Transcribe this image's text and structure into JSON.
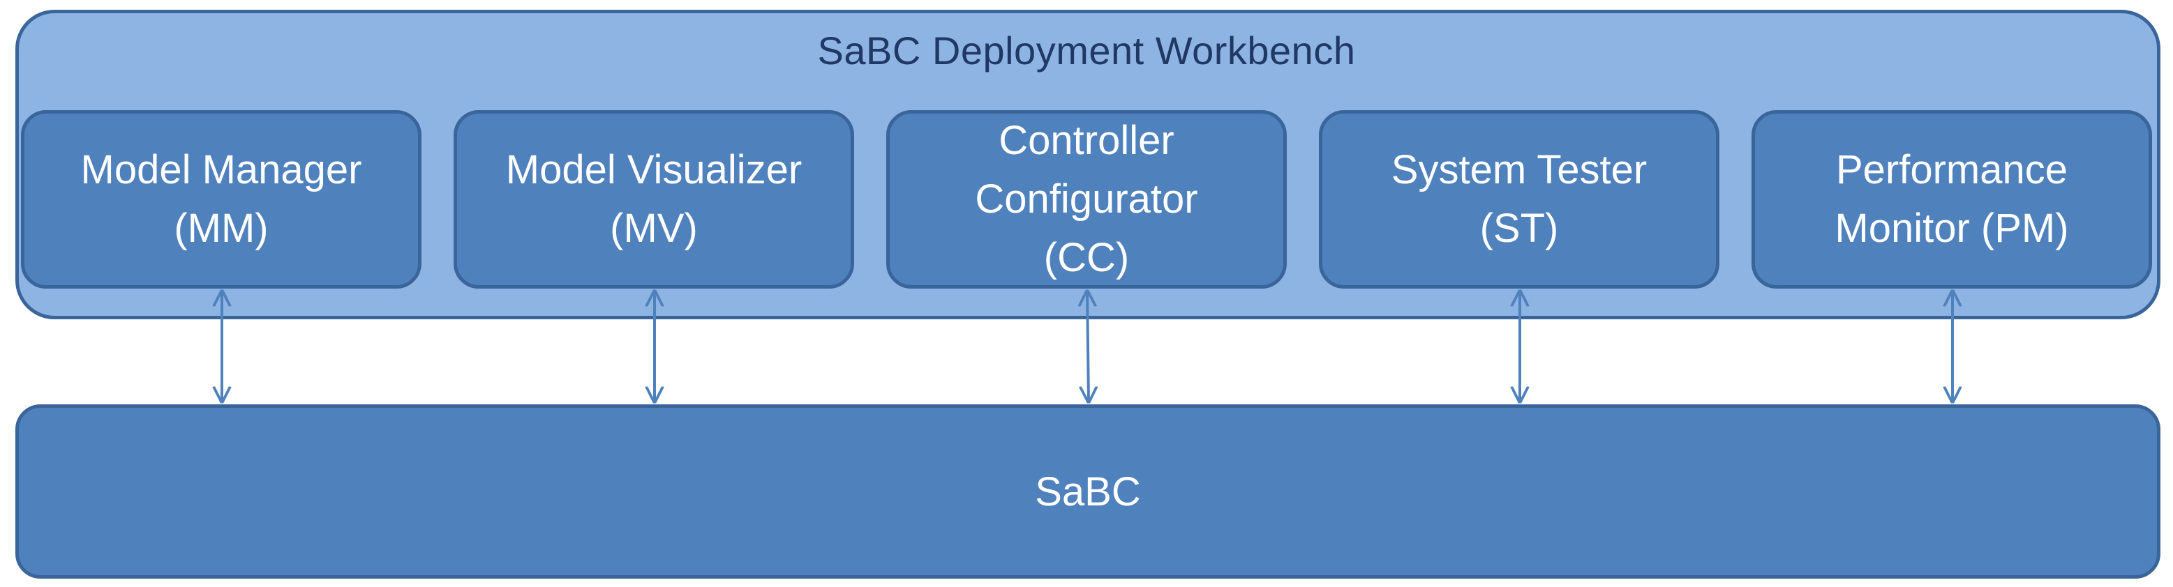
{
  "workbench": {
    "title": "SaBC Deployment Workbench"
  },
  "modules": [
    {
      "label": "Model Manager\n(MM)"
    },
    {
      "label": "Model Visualizer\n(MV)"
    },
    {
      "label": "Controller\nConfigurator\n(CC)"
    },
    {
      "label": "System Tester\n(ST)"
    },
    {
      "label": "Performance\nMonitor (PM)"
    }
  ],
  "sabc": {
    "label": "SaBC"
  },
  "colors": {
    "workbench_fill": "#8eb4e3",
    "module_fill": "#4f81bd",
    "border": "#3a659b",
    "title_text": "#1f3864",
    "module_text": "#ffffff"
  }
}
